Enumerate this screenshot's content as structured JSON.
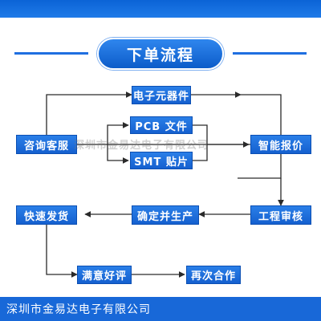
{
  "title": "下单流程",
  "colors": {
    "accent": "#1a6ad9",
    "line": "#2a2a2a",
    "footer": "#1868d8"
  },
  "nodes": {
    "consult": "咨询客服",
    "components": "电子元器件",
    "pcb": "PCB 文件",
    "smt": "SMT 贴片",
    "quote": "智能报价",
    "review": "工程审核",
    "produce": "确定并生产",
    "ship": "快速发货",
    "satisfied": "满意好评",
    "again": "再次合作"
  },
  "watermark": "深圳市金易达电子有限公司",
  "footer": "深圳市金易达电子有限公司"
}
